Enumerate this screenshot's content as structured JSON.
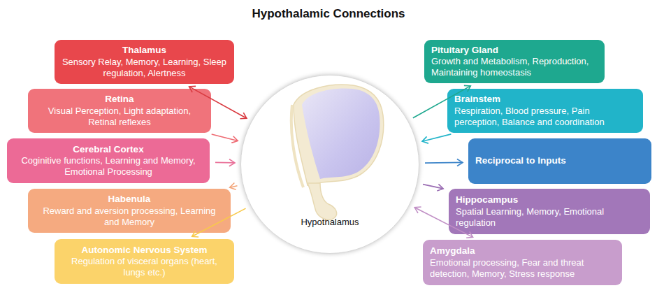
{
  "diagram": {
    "title": "Hypothalamic Connections",
    "nodes": [
      {
        "text": [
          "Thalamus",
          "Sensory Relay, Memory, Learning, Sleep regulation, Alertness"
        ]
      },
      {
        "text": [
          "Retina",
          "Visual Perception, Light adaptation, Retinal reflexes"
        ]
      },
      {
        "text": [
          "Cerebral Cortex",
          "Coginitive functions, Learning and Memory, Emotional Processing"
        ]
      },
      {
        "text": [
          "Habenula",
          "Reward and aversion processing, Learning and Memory"
        ]
      },
      {
        "text": [
          "Autonomic Nervous System",
          "Regulation of visceral organs (heart, lungs etc.)"
        ]
      },
      {
        "text": [
          "Hypothalamus"
        ]
      },
      {
        "text": [
          "Pituitary Gland",
          "Growth and Metabolism, Reproduction, Maintaining homeostasis"
        ]
      },
      {
        "text": [
          "Brainstem",
          "Respiration, Blood pressure, Pain perception, Balance and coordination"
        ]
      },
      {
        "text": [
          "Reciprocal to Inputs"
        ]
      },
      {
        "text": [
          "Hippocampus",
          "Spatial Learning, Memory, Emotional regulation"
        ]
      },
      {
        "text": [
          "Amygdala",
          "Emotional processing, Fear and threat detection, Memory, Stress response"
        ]
      }
    ],
    "edges": [
      {
        "from": 0,
        "to": 5,
        "arrow": "both"
      },
      {
        "from": 1,
        "to": 5,
        "arrow": "to"
      },
      {
        "from": 2,
        "to": 5,
        "arrow": "to"
      },
      {
        "from": 5,
        "to": 3,
        "arrow": "to"
      },
      {
        "from": 5,
        "to": 4,
        "arrow": "to"
      },
      {
        "from": 5,
        "to": 6,
        "arrow": "to"
      },
      {
        "from": 7,
        "to": 5,
        "arrow": "to"
      },
      {
        "from": 5,
        "to": 8,
        "arrow": "to"
      },
      {
        "from": 5,
        "to": 9,
        "arrow": "to"
      },
      {
        "from": 10,
        "to": 5,
        "arrow": "both"
      }
    ]
  }
}
